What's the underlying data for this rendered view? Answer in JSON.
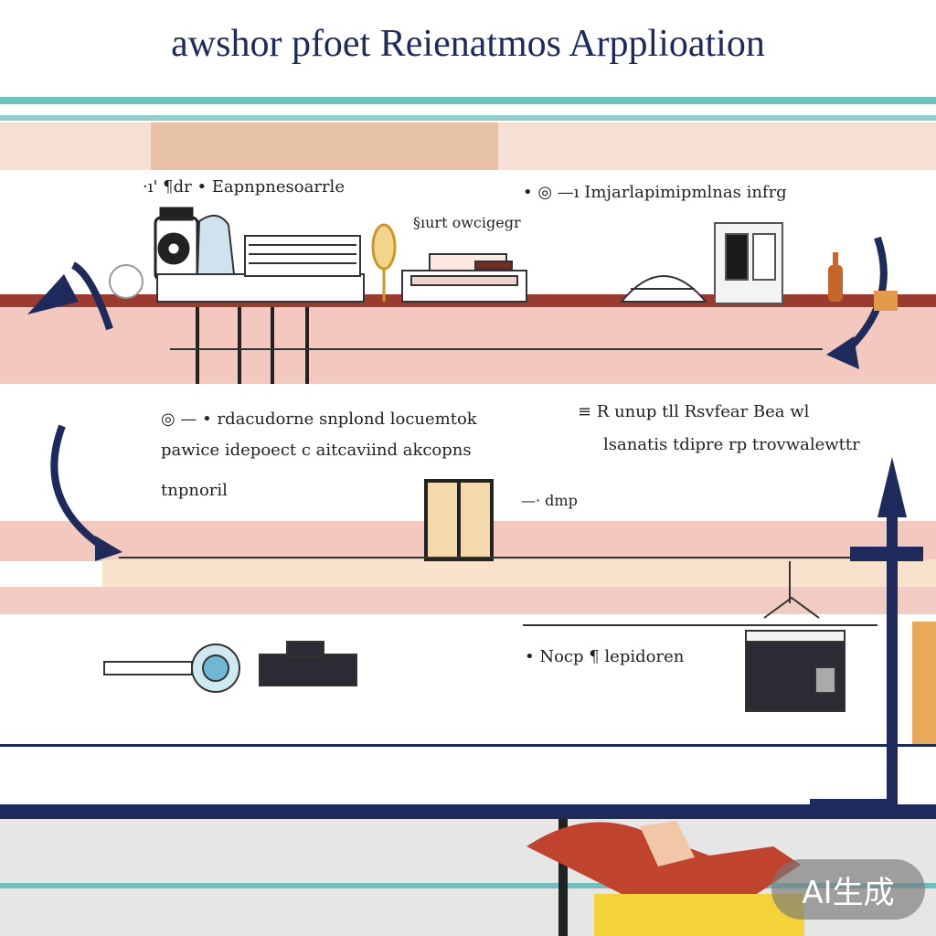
{
  "title": "awshor pfoet Reienatmos Arpplioation",
  "colors": {
    "navy": "#1f2a5c",
    "teal": "#6fc0bf",
    "salmon": "#f0c8bf",
    "peach": "#f6dcc8",
    "brick": "#9b3a2e",
    "tan": "#f3d9ac"
  },
  "row1": {
    "left_label": "·ı' ¶dr • Eapnpnesoarrle",
    "left_sub": "§ıurt owcigegr",
    "right_label": "• ◎ —ı Imjarlapimipmlnas infrg"
  },
  "row2": {
    "left_line1": "◎ — • rdacudorne snplond locuemtok",
    "left_line2": "pawice idepoect c aitcaviind akcopns",
    "left_line3": "tnpnoril",
    "right_line1": "≡ R unup tll Rsvfear Bea wl",
    "right_line2": "lsanatis tdipre rp trovwalewttr",
    "mid_label": "—· dmp"
  },
  "row3": {
    "label": "• Nocp ¶ lepidoren"
  },
  "badge": "AI生成"
}
